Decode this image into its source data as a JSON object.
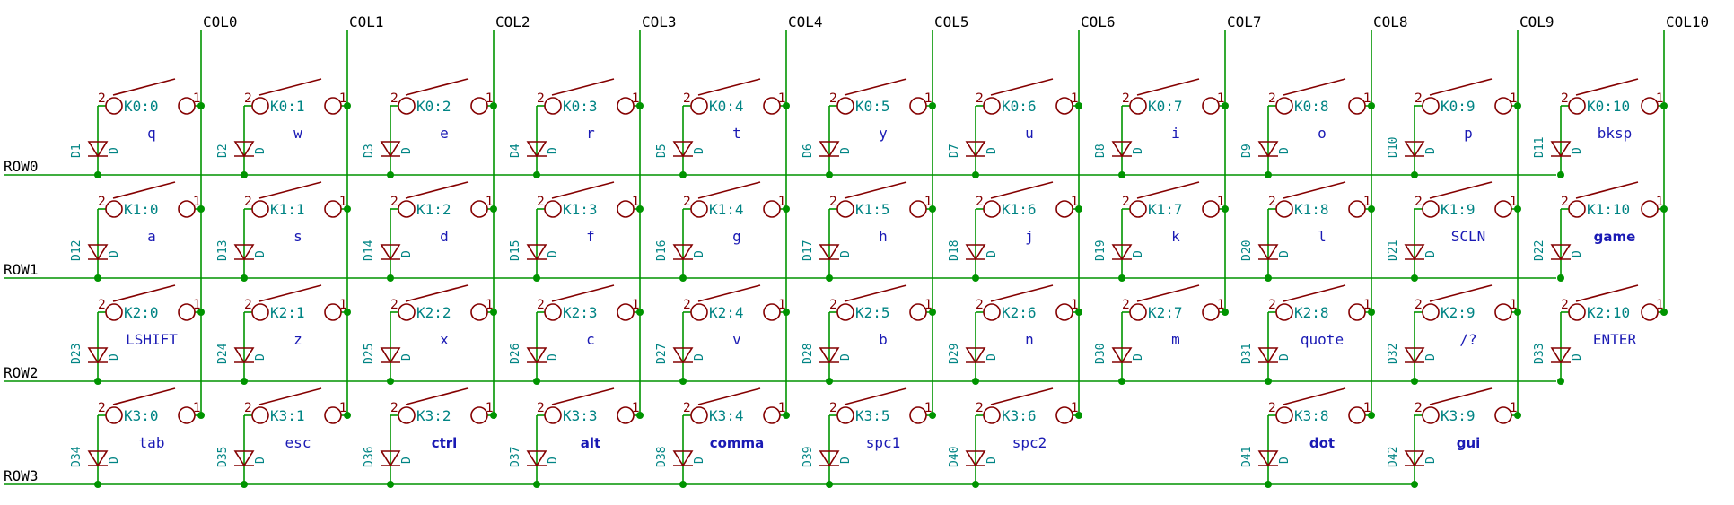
{
  "columns": [
    "COL0",
    "COL1",
    "COL2",
    "COL3",
    "COL4",
    "COL5",
    "COL6",
    "COL7",
    "COL8",
    "COL9",
    "COL10"
  ],
  "rows": [
    "ROW0",
    "ROW1",
    "ROW2",
    "ROW3"
  ],
  "switch_pins": {
    "a": "2",
    "b": "1"
  },
  "diode_value": "D",
  "keys": [
    [
      {
        "ref": "K0:0",
        "value": "q",
        "diode": "D1"
      },
      {
        "ref": "K0:1",
        "value": "w",
        "diode": "D2"
      },
      {
        "ref": "K0:2",
        "value": "e",
        "diode": "D3"
      },
      {
        "ref": "K0:3",
        "value": "r",
        "diode": "D4"
      },
      {
        "ref": "K0:4",
        "value": "t",
        "diode": "D5"
      },
      {
        "ref": "K0:5",
        "value": "y",
        "diode": "D6"
      },
      {
        "ref": "K0:6",
        "value": "u",
        "diode": "D7"
      },
      {
        "ref": "K0:7",
        "value": "i",
        "diode": "D8"
      },
      {
        "ref": "K0:8",
        "value": "o",
        "diode": "D9"
      },
      {
        "ref": "K0:9",
        "value": "p",
        "diode": "D10"
      },
      {
        "ref": "K0:10",
        "value": "bksp",
        "diode": "D11"
      }
    ],
    [
      {
        "ref": "K1:0",
        "value": "a",
        "diode": "D12"
      },
      {
        "ref": "K1:1",
        "value": "s",
        "diode": "D13"
      },
      {
        "ref": "K1:2",
        "value": "d",
        "diode": "D14"
      },
      {
        "ref": "K1:3",
        "value": "f",
        "diode": "D15"
      },
      {
        "ref": "K1:4",
        "value": "g",
        "diode": "D16"
      },
      {
        "ref": "K1:5",
        "value": "h",
        "diode": "D17"
      },
      {
        "ref": "K1:6",
        "value": "j",
        "diode": "D18"
      },
      {
        "ref": "K1:7",
        "value": "k",
        "diode": "D19"
      },
      {
        "ref": "K1:8",
        "value": "l",
        "diode": "D20"
      },
      {
        "ref": "K1:9",
        "value": "SCLN",
        "diode": "D21"
      },
      {
        "ref": "K1:10",
        "value": "game",
        "diode": "D22",
        "bold": true
      }
    ],
    [
      {
        "ref": "K2:0",
        "value": "LSHIFT",
        "diode": "D23"
      },
      {
        "ref": "K2:1",
        "value": "z",
        "diode": "D24"
      },
      {
        "ref": "K2:2",
        "value": "x",
        "diode": "D25"
      },
      {
        "ref": "K2:3",
        "value": "c",
        "diode": "D26"
      },
      {
        "ref": "K2:4",
        "value": "v",
        "diode": "D27"
      },
      {
        "ref": "K2:5",
        "value": "b",
        "diode": "D28"
      },
      {
        "ref": "K2:6",
        "value": "n",
        "diode": "D29"
      },
      {
        "ref": "K2:7",
        "value": "m",
        "diode": "D30"
      },
      {
        "ref": "K2:8",
        "value": "quote",
        "diode": "D31"
      },
      {
        "ref": "K2:9",
        "value": "/?",
        "diode": "D32"
      },
      {
        "ref": "K2:10",
        "value": "ENTER",
        "diode": "D33"
      }
    ],
    [
      {
        "ref": "K3:0",
        "value": "tab",
        "diode": "D34"
      },
      {
        "ref": "K3:1",
        "value": "esc",
        "diode": "D35"
      },
      {
        "ref": "K3:2",
        "value": "ctrl",
        "diode": "D36",
        "bold": true
      },
      {
        "ref": "K3:3",
        "value": "alt",
        "diode": "D37",
        "bold": true
      },
      {
        "ref": "K3:4",
        "value": "comma",
        "diode": "D38",
        "bold": true
      },
      {
        "ref": "K3:5",
        "value": "spc1",
        "diode": "D39"
      },
      {
        "ref": "K3:6",
        "value": "spc2",
        "diode": "D40"
      },
      null,
      {
        "ref": "K3:8",
        "value": "dot",
        "diode": "D41",
        "bold": true
      },
      {
        "ref": "K3:9",
        "value": "gui",
        "diode": "D42",
        "bold": true
      },
      null
    ]
  ]
}
